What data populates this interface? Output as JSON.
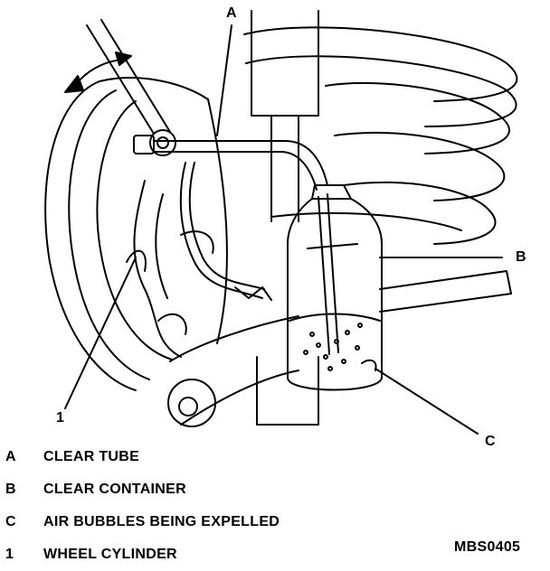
{
  "callouts": {
    "a": "A",
    "b": "B",
    "c": "C",
    "one": "1"
  },
  "legend": [
    {
      "key": "A",
      "text": "CLEAR TUBE"
    },
    {
      "key": "B",
      "text": "CLEAR CONTAINER"
    },
    {
      "key": "C",
      "text": "AIR BUBBLES BEING EXPELLED"
    },
    {
      "key": "1",
      "text": "WHEEL CYLINDER"
    }
  ],
  "reference_code": "MBS0405",
  "colors": {
    "ink": "#000000",
    "paper": "#ffffff"
  }
}
